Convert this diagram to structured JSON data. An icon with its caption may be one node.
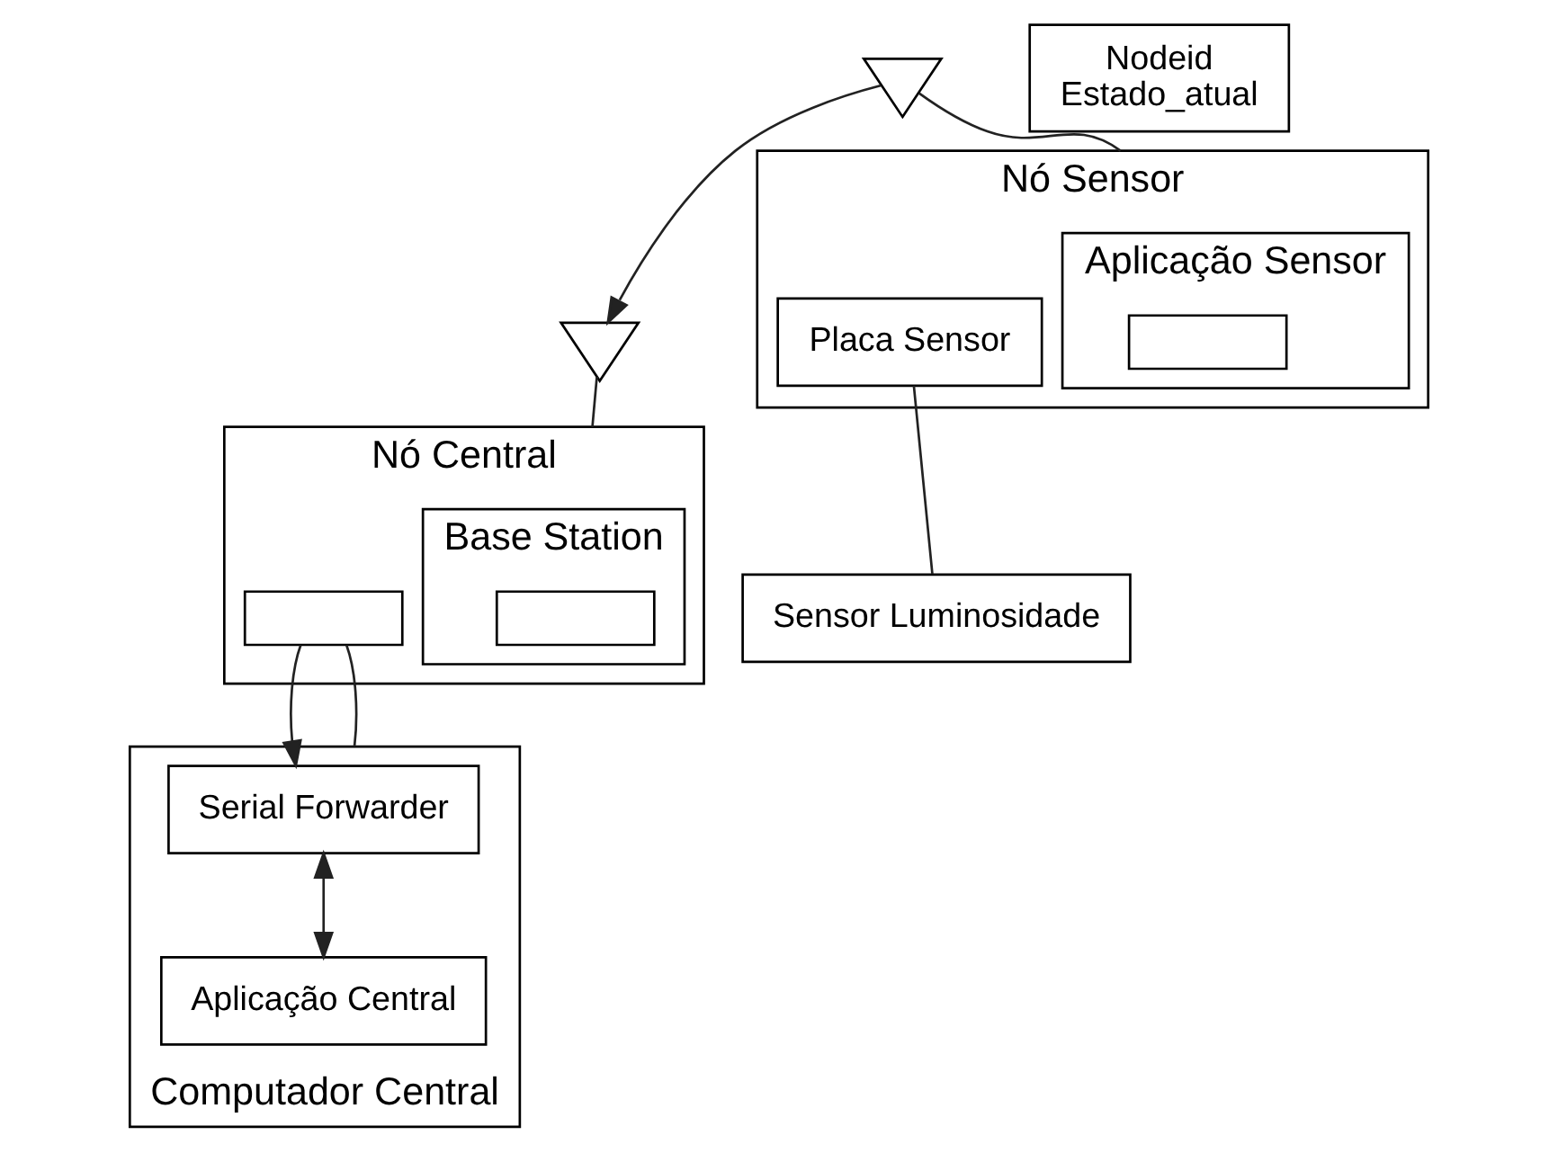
{
  "diagram": {
    "nodes": [
      {
        "text": [
          "Nó Central"
        ]
      },
      {
        "text": [
          "Base Station"
        ],
        "in": 0
      },
      {
        "text": [],
        "shape": "box",
        "in": 1
      },
      {
        "text": [],
        "shape": "box",
        "in": 0
      },
      {
        "text": [],
        "shape": "antenna"
      },
      {
        "text": [
          "Nó Sensor"
        ]
      },
      {
        "text": [
          "Aplicação Sensor"
        ],
        "in": 5
      },
      {
        "text": [],
        "shape": "box",
        "in": 6
      },
      {
        "text": [
          "Placa Sensor"
        ],
        "in": 5
      },
      {
        "text": [],
        "shape": "antenna"
      },
      {
        "text": [
          "Nodeid",
          "Estado_atual"
        ]
      },
      {
        "text": [
          "Sensor Luminosidade"
        ]
      },
      {
        "text": [
          "Computador Central"
        ]
      },
      {
        "text": [
          "Serial Forwarder"
        ],
        "in": 12
      },
      {
        "text": [
          "Aplicação Central"
        ],
        "in": 12
      }
    ],
    "edges": [
      {
        "from": 9,
        "to": 4,
        "arrow": "to"
      },
      {
        "from": 4,
        "to": 0,
        "arrow": "none"
      },
      {
        "from": 9,
        "to": 5,
        "arrow": "none"
      },
      {
        "from": 3,
        "to": 13,
        "arrow": "to"
      },
      {
        "from": 3,
        "to": 12,
        "arrow": "none"
      },
      {
        "from": 13,
        "to": 14,
        "arrow": "both"
      },
      {
        "from": 8,
        "to": 11,
        "arrow": "none"
      }
    ]
  }
}
